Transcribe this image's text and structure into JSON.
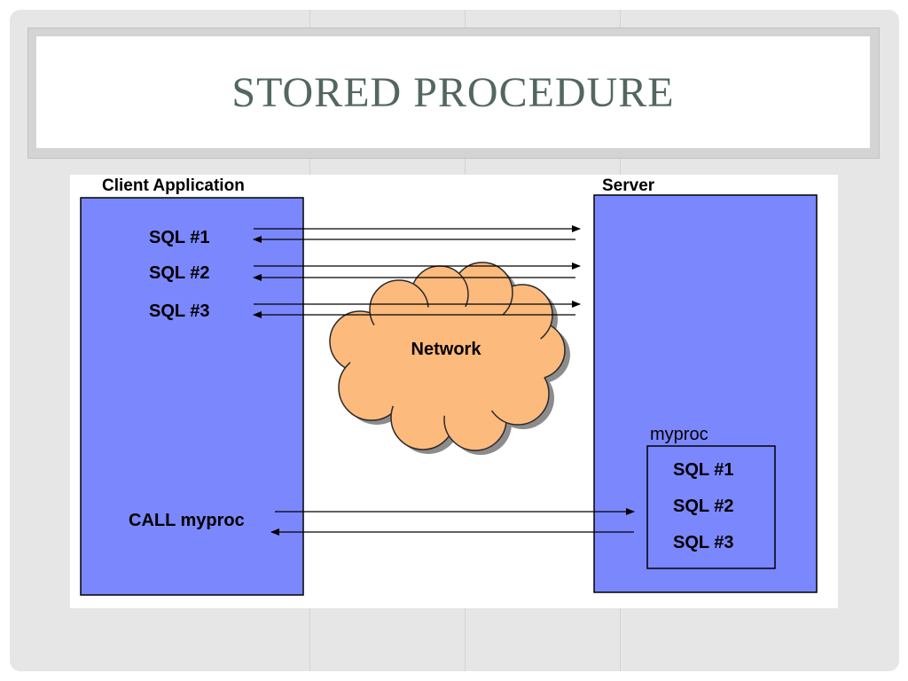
{
  "slide": {
    "title": "STORED PROCEDURE"
  },
  "diagram": {
    "client": {
      "title": "Client Application",
      "statements": [
        "SQL #1",
        "SQL #2",
        "SQL #3"
      ],
      "call": "CALL myproc"
    },
    "server": {
      "title": "Server",
      "procedure": {
        "name": "myproc",
        "statements": [
          "SQL #1",
          "SQL #2",
          "SQL #3"
        ]
      }
    },
    "network": {
      "label": "Network"
    },
    "colors": {
      "box_fill": "#7b87fc",
      "cloud_fill": "#fdba7d",
      "title_text": "#52675e"
    }
  }
}
